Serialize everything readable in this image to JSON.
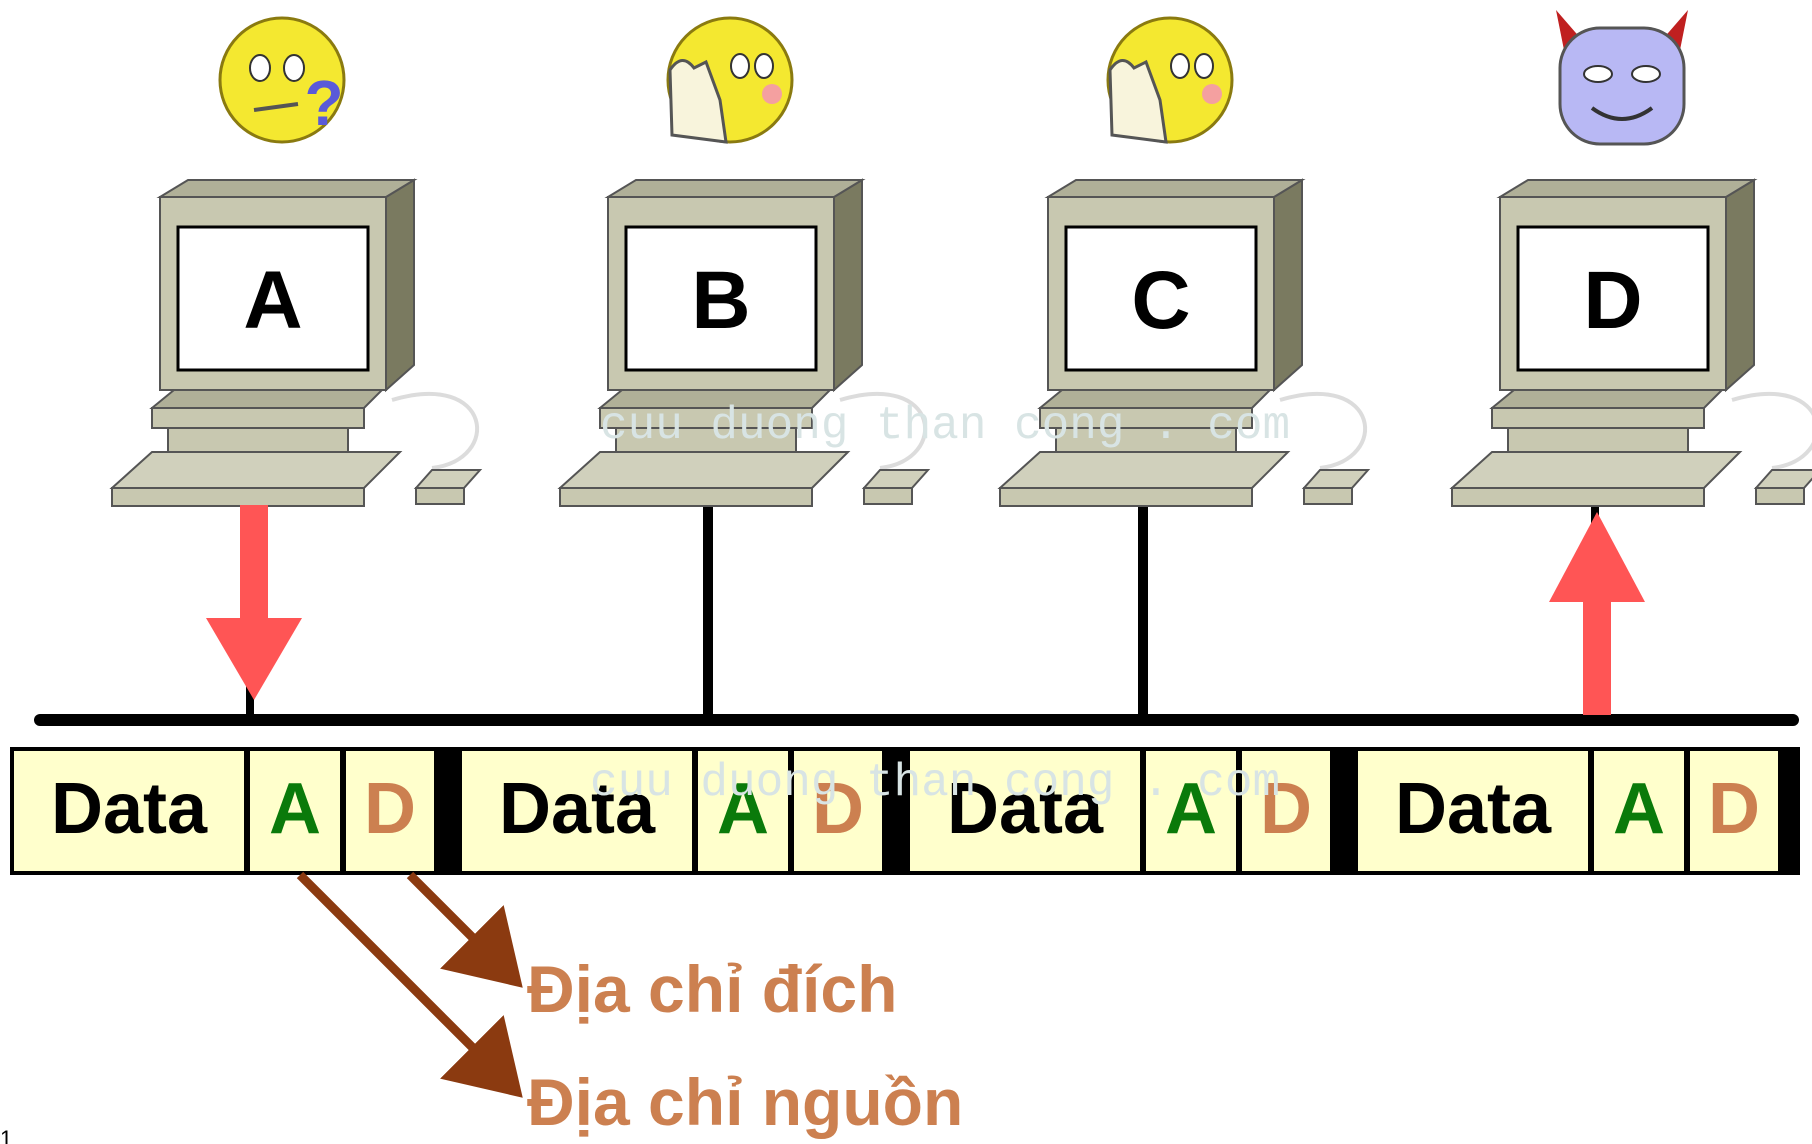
{
  "computers": [
    {
      "label": "A",
      "emoticon": "confused-face-icon"
    },
    {
      "label": "B",
      "emoticon": "waving-face-icon"
    },
    {
      "label": "C",
      "emoticon": "waving-face-icon"
    },
    {
      "label": "D",
      "emoticon": "devil-face-icon"
    }
  ],
  "frames": [
    {
      "data": "Data",
      "source": "A",
      "dest": "D"
    },
    {
      "data": "Data",
      "source": "A",
      "dest": "D"
    },
    {
      "data": "Data",
      "source": "A",
      "dest": "D"
    },
    {
      "data": "Data",
      "source": "A",
      "dest": "D"
    }
  ],
  "labels": {
    "destination": "Địa chỉ đích",
    "source": "Địa chỉ nguồn"
  },
  "watermark": "cuu duong than cong . com",
  "page_marker": "1",
  "colors": {
    "monitor": "#c8c8b0",
    "monitor_dark": "#7a7a60",
    "frame_fill": "#ffffcc",
    "source_text": "#0a7a0a",
    "dest_text": "#cc8050",
    "pointer_arrow": "#8b3a10",
    "flow_arrow": "#ff5555"
  }
}
